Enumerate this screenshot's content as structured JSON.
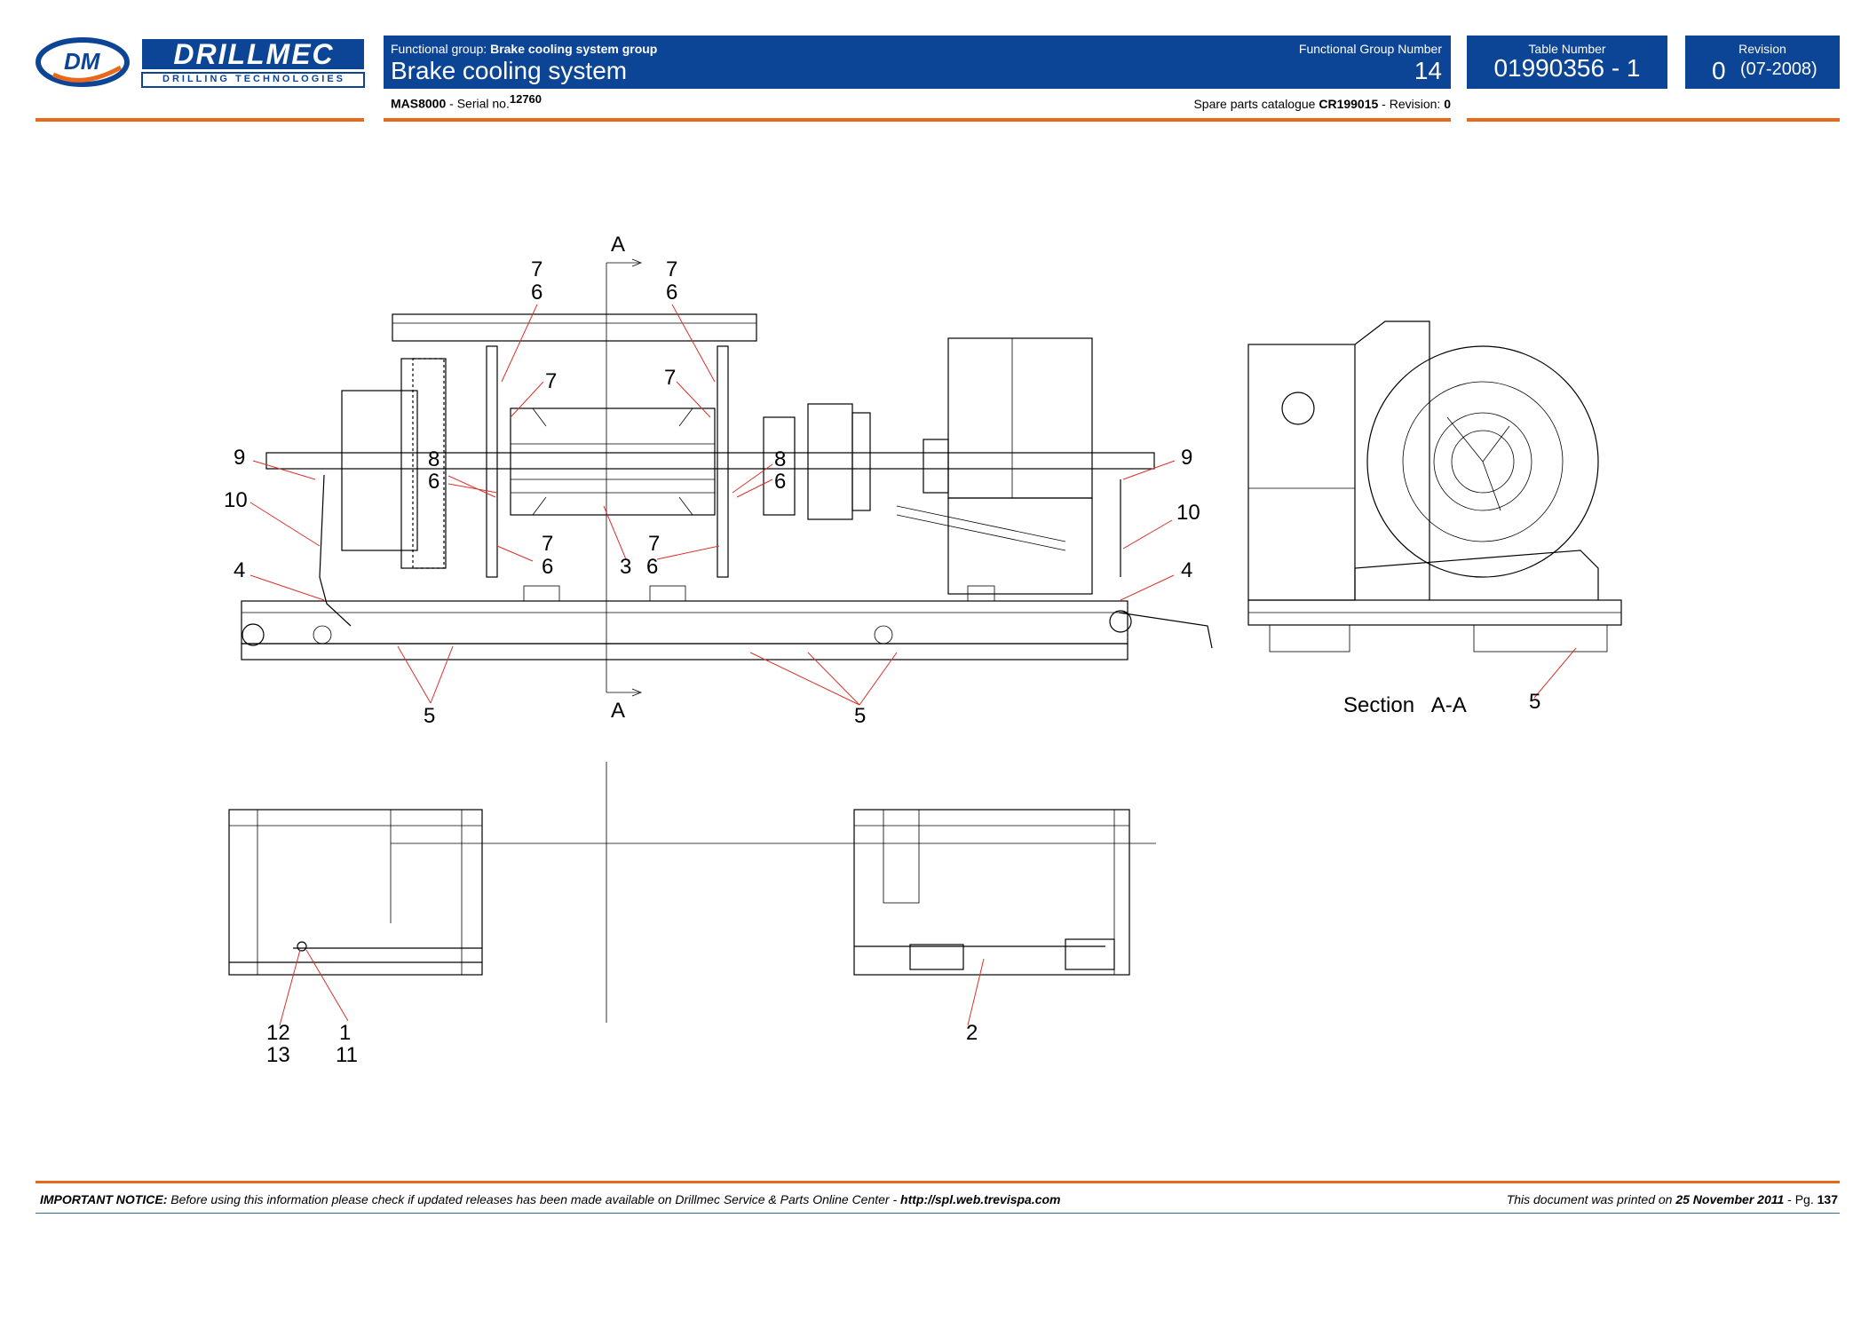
{
  "brand": {
    "name": "DRILLMEC",
    "tagline": "DRILLING TECHNOLOGIES",
    "monogram": "DM"
  },
  "header": {
    "fg_label": "Functional group:",
    "fg_value": "Brake cooling system group",
    "title": "Brake cooling system",
    "fgn_label": "Functional Group Number",
    "fgn_value": "14",
    "table_label": "Table Number",
    "table_value": "01990356 - 1",
    "revision_label": "Revision",
    "revision_value": "0",
    "revision_date": "(07-2008)"
  },
  "subheader": {
    "model": "MAS8000",
    "serial_label": "- Serial no.",
    "serial_value": "12760",
    "catalogue_label": "Spare parts catalogue",
    "catalogue_value": "CR199015",
    "catalogue_rev_label": "- Revision:",
    "catalogue_rev_value": "0"
  },
  "drawing": {
    "section_label": "Section   A-A",
    "section_marker": "A",
    "callouts": {
      "c1": "7",
      "c2": "6",
      "c3": "7",
      "c4": "6",
      "c5": "7",
      "c6": "7",
      "c7": "9",
      "c8": "8",
      "c9": "6",
      "c10": "8",
      "c11": "6",
      "c12": "9",
      "c13": "10",
      "c14": "10",
      "c15": "7",
      "c16": "6",
      "c17": "3",
      "c18": "7",
      "c19": "6",
      "c20": "4",
      "c21": "4",
      "c22": "5",
      "c23": "5",
      "c24": "5",
      "c25": "12",
      "c26": "13",
      "c27": "1",
      "c28": "11",
      "c29": "2"
    }
  },
  "footer": {
    "notice_label": "IMPORTANT NOTICE:",
    "notice_text": "Before using this information please check if updated releases has been made available on Drillmec Service & Parts Online Center -",
    "notice_url": "http://spl.web.trevispa.com",
    "printed_label": "This document was printed on",
    "printed_date": "25 November 2011",
    "page_label": "- Pg.",
    "page_value": "137"
  },
  "colors": {
    "header_blue": "#0d4596",
    "accent_orange": "#e8691c",
    "callout_red": "#d9312b"
  }
}
